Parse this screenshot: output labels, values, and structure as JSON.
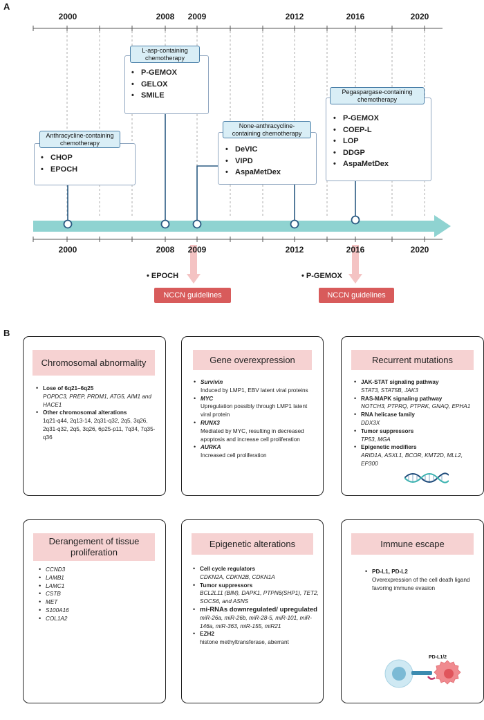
{
  "panel_a": {
    "label": "A",
    "years_top": [
      "2000",
      "2008",
      "2009",
      "2012",
      "2016",
      "2020"
    ],
    "years_bottom": [
      "2000",
      "2008",
      "2009",
      "2012",
      "2016",
      "2020"
    ],
    "boxes": [
      {
        "title": "Anthracycline-containing chemotherapy",
        "items": [
          "CHOP",
          "EPOCH"
        ]
      },
      {
        "title": "L-asp-containing chemotherapy",
        "items": [
          "P-GEMOX",
          "GELOX",
          "SMILE"
        ]
      },
      {
        "title": "None-anthracycline-containing chemotherapy",
        "items": [
          "DeVIC",
          "VIPD",
          "AspaMetDex"
        ]
      },
      {
        "title": "Pegaspargase-containing chemotherapy",
        "items": [
          "P-GEMOX",
          "COEP-L",
          "LOP",
          "DDGP",
          "AspaMetDex"
        ]
      }
    ],
    "guidelines": [
      {
        "item": "EPOCH",
        "label": "NCCN guidelines"
      },
      {
        "item": "P-GEMOX",
        "label": "NCCN guidelines"
      }
    ]
  },
  "panel_b": {
    "label": "B",
    "cards": [
      {
        "title": "Chromosomal abnormality",
        "sections": [
          {
            "head": "Lose of 6q21–6q25",
            "detail": "POPDC3, PREP, PRDM1, ATG5, AIM1 and HACE1"
          },
          {
            "head": "Other chromosomal alterations",
            "detail": "1q21-q44, 2q13-14, 2q31-q32, 2q5, 3q26, 2q31-q32, 2q5, 3q26, 6p25-p11, 7q34, 7q35-q36"
          }
        ]
      },
      {
        "title": "Gene overexpression",
        "sections": [
          {
            "head": "Survivin",
            "detail": "Induced by LMP1, EBV latent viral proteins"
          },
          {
            "head": "MYC",
            "detail": "Upregulation possibly through LMP1 latent viral protein"
          },
          {
            "head": "RUNX3",
            "detail": "Mediated by MYC, resulting in decreased apoptosis and increase cell proliferation"
          },
          {
            "head": "AURKA",
            "detail": "Increased cell proliferation"
          }
        ]
      },
      {
        "title": "Recurrent mutations",
        "sections": [
          {
            "head": "JAK-STAT signaling pathway",
            "detail": "STAT3, STAT5B, JAK3"
          },
          {
            "head": "RAS-MAPK signaling pathway",
            "detail": "NOTCH3, PTPRQ, PTPRK, GNAQ, EPHA1"
          },
          {
            "head": "RNA helicase family",
            "detail": "DDX3X"
          },
          {
            "head": "Tumor suppressors",
            "detail": "TP53, MGA"
          },
          {
            "head": "Epigenetic modifiers",
            "detail": "ARID1A, ASXL1, BCOR, KMT2D, MLL2, EP300"
          }
        ]
      },
      {
        "title": "Derangement of tissue proliferation",
        "items": [
          "CCND3",
          "LAMB1",
          "LAMC1",
          "CSTB",
          "MET",
          "S100A16",
          "COL1A2"
        ]
      },
      {
        "title": "Epigenetic alterations",
        "sections": [
          {
            "head": "Cell cycle regulators",
            "detail": "CDKN2A, CDKN2B, CDKN1A"
          },
          {
            "head": "Tumor suppressors",
            "detail": "BCL2L11 (BIM), DAPK1, PTPN6(SHP1), TET2, SOCS6, and ASNS"
          },
          {
            "head": "mi-RNAs downregulated/ upregulated",
            "detail": "miR-26a, miR-26b, miR-28-5, miR-101, miR-146a, miR-363, miR-155, miR21"
          },
          {
            "head": "EZH2",
            "detail": "histone methyltransferase, aberrant"
          }
        ]
      },
      {
        "title": "Immune escape",
        "sections": [
          {
            "head": "PD-L1, PD-L2",
            "detail": "Overexpression of the cell death ligand favoring immune evasion"
          }
        ],
        "illustration_label": "PD-L1/2"
      }
    ]
  },
  "colors": {
    "arrow": "#8fd3d1",
    "node": "#2a5a82",
    "box_title_fill": "#d9eef6",
    "nccn": "#d85b5b",
    "guide_arrow": "#f4c3c3",
    "card_title_fill": "#f6d2d2"
  },
  "icons": [
    "dna-helix-icon",
    "t-cell-icon",
    "tumor-cell-icon"
  ]
}
